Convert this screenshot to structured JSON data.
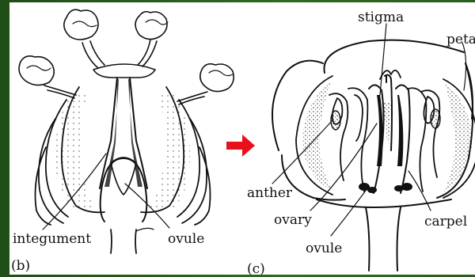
{
  "panel_b": {
    "letter": "(b)",
    "labels": {
      "integument": "integument",
      "ovule": "ovule"
    }
  },
  "panel_c": {
    "letter": "(c)",
    "labels": {
      "stigma": "stigma",
      "petal": "peta",
      "anther": "anther",
      "ovary": "ovary",
      "ovule": "ovule",
      "carpel": "carpel"
    }
  },
  "arrow_color": "#e8101a",
  "background_color": "#2a5e1e"
}
